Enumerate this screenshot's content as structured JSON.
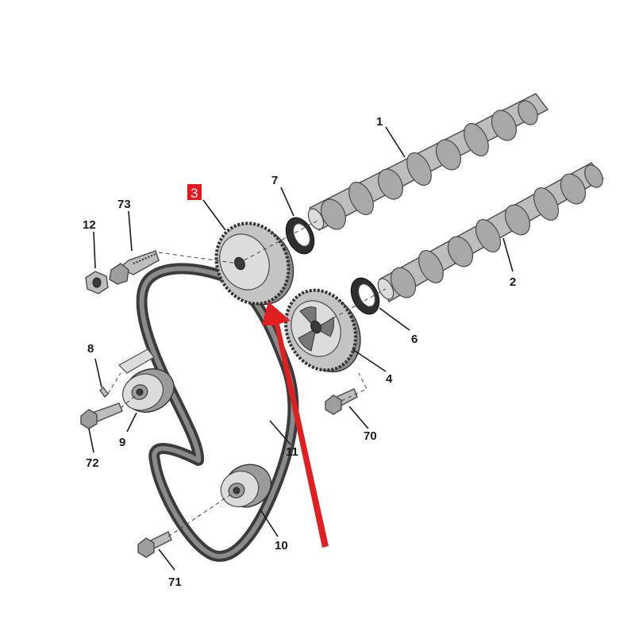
{
  "labels": {
    "cam_exhaust": "1",
    "cam_intake": "2",
    "vvt_sprocket": "3",
    "cam_sprocket": "4",
    "seal_lower": "6",
    "seal_upper": "7",
    "pin": "8",
    "tensioner": "9",
    "idler": "10",
    "belt": "11",
    "nut": "12",
    "bolt_70": "70",
    "bolt_71": "71",
    "bolt_72": "72",
    "bolt_73": "73"
  },
  "colors": {
    "highlight": "#e8171b",
    "arrow": "#e02020",
    "belt": "#3b3b3b",
    "metal": "#bdbdbd"
  },
  "highlighted_part": "3"
}
